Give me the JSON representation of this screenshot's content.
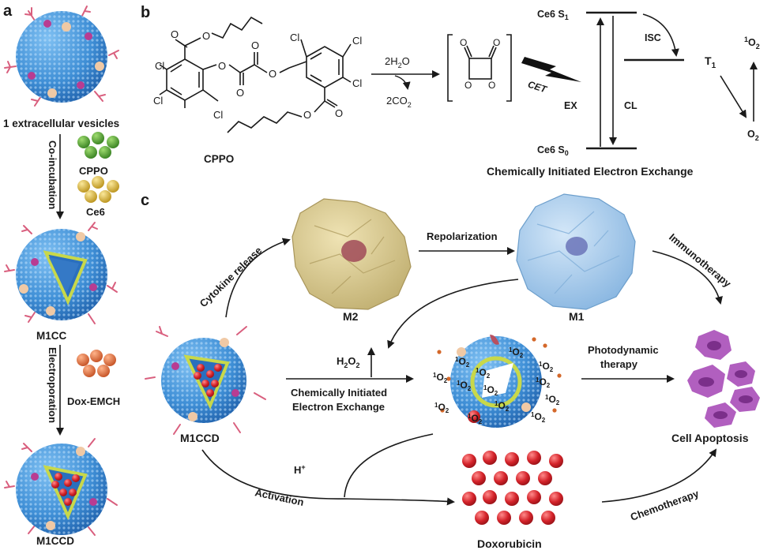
{
  "panels": {
    "a": "a",
    "b": "b",
    "c": "c"
  },
  "panel_a": {
    "vesicle": "1 extracellular vesicles",
    "step1": "Co-incubation",
    "reagent1": "CPPO",
    "reagent2": "Ce6",
    "product1": "M1CC",
    "step2": "Electroporation",
    "reagent3": "Dox-EMCH",
    "product2": "M1CCD"
  },
  "panel_b": {
    "cl": "Cl",
    "o": "O",
    "cppo": "CPPO",
    "reactant_pre": "2H",
    "reactant_sub": "2",
    "reactant_post": "O",
    "product_pre": "2CO",
    "product_sub": "2",
    "cet": "CET",
    "ex": "EX",
    "cl_label": "CL",
    "s1_pre": "Ce6 S",
    "s1_sub": "1",
    "s0_pre": "Ce6 S",
    "s0_sub": "0",
    "isc": "ISC",
    "t1": "T",
    "t1_sub": "1",
    "singlet_sup": "1",
    "singlet_o": "O",
    "singlet_sub": "2",
    "o2": "O",
    "o2_sub": "2",
    "caption": "Chemically Initiated Electron Exchange"
  },
  "panel_c": {
    "m2": "M2",
    "m1": "M1",
    "cytokine": "Cytokine release",
    "repolarization": "Repolarization",
    "immunotherapy": "Immunotherapy",
    "h2o2_pre": "H",
    "h2o2_sub": "2",
    "h2o2_post": "O",
    "chem_line1": "Chemically Initiated",
    "chem_line2": "Electron Exchange",
    "pdt_line1": "Photodynamic",
    "pdt_line2": "therapy",
    "m1ccd": "M1CCD",
    "h_plus": "H",
    "h_sup": "+",
    "activation": "Activation",
    "doxorubicin": "Doxorubicin",
    "chemotherapy": "Chemotherapy",
    "apoptosis": "Cell Apoptosis",
    "so_sup": "1",
    "so_o": "O",
    "so_sub": "2"
  },
  "colors": {
    "vesicle": "#3f8fd6",
    "m2": "#d9cb91",
    "m1": "#a8ccec",
    "dox": "#d4232a",
    "cell": "#b15fbf",
    "cppo": "#4c9a2e",
    "ce6": "#d8b436",
    "dox_emch": "#e36c3a"
  }
}
